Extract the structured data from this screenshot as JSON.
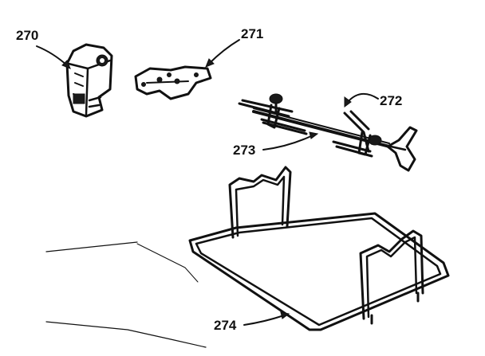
{
  "diagram": {
    "parts": [
      {
        "id": "270",
        "label": "270",
        "description_icon": "motor-icon"
      },
      {
        "id": "271",
        "label": "271",
        "description_icon": "bracket-icon"
      },
      {
        "id": "272",
        "label": "272",
        "description_icon": "spit-fork-icon"
      },
      {
        "id": "273",
        "label": "273",
        "description_icon": "spit-rod-icon"
      },
      {
        "id": "274",
        "label": "274",
        "description_icon": "drip-rack-icon"
      }
    ],
    "colors": {
      "ink": "#111111",
      "background": "#ffffff"
    }
  }
}
